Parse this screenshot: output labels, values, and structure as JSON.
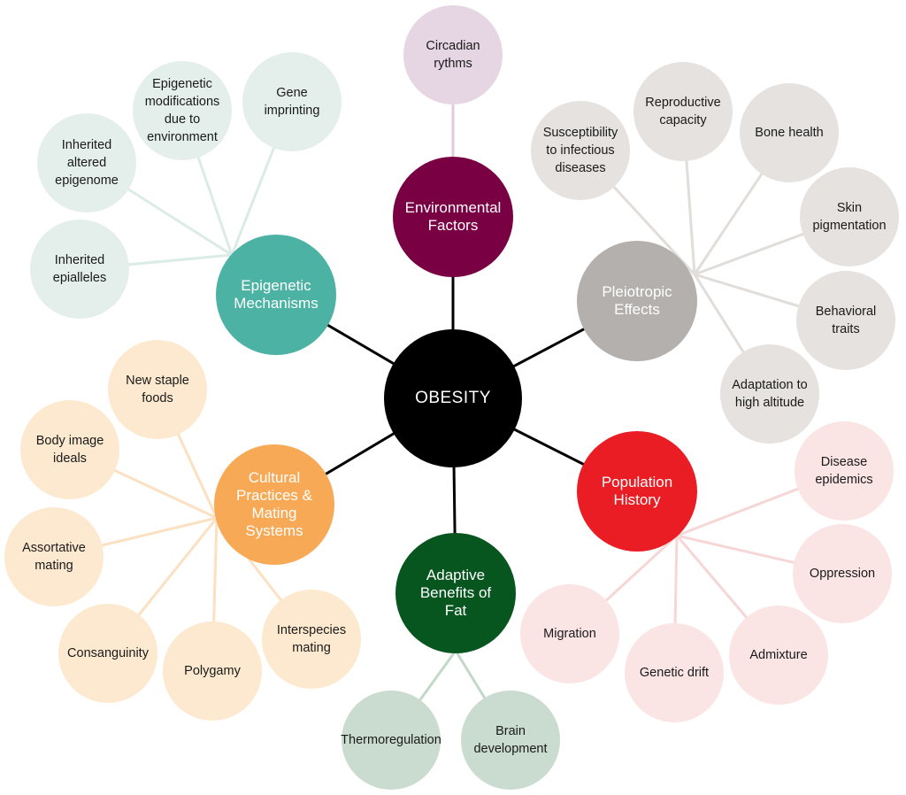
{
  "center": {
    "label": "OBESITY",
    "color": "#000000"
  },
  "hubs": [
    {
      "id": "env",
      "label": "Environmental\nFactors",
      "color": "#7a0044",
      "leaf_color": "#e6d5e2",
      "line_color": "#e6c8dc",
      "leaves": [
        {
          "label": "Circadian\nrythms"
        }
      ]
    },
    {
      "id": "pleio",
      "label": "Pleiotropic\nEffects",
      "color": "#b3b0ad",
      "leaf_color": "#e5e2df",
      "line_color": "#e0ddda",
      "leaves": [
        {
          "label": "Susceptibility\nto infectious\ndiseases"
        },
        {
          "label": "Reproductive\ncapacity"
        },
        {
          "label": "Bone health"
        },
        {
          "label": "Skin\npigmentation"
        },
        {
          "label": "Behavioral\ntraits"
        },
        {
          "label": "Adaptation to\nhigh altitude"
        }
      ]
    },
    {
      "id": "pop",
      "label": "Population\nHistory",
      "color": "#ea1c24",
      "leaf_color": "#fbe4e4",
      "line_color": "#f7d6d6",
      "leaves": [
        {
          "label": "Disease\nepidemics"
        },
        {
          "label": "Oppression"
        },
        {
          "label": "Admixture"
        },
        {
          "label": "Genetic drift"
        },
        {
          "label": "Migration"
        }
      ]
    },
    {
      "id": "fat",
      "label": "Adaptive\nBenefits of\nFat",
      "color": "#08561f",
      "leaf_color": "#c9dccf",
      "line_color": "#c2d8c8",
      "leaves": [
        {
          "label": "Thermoregulation"
        },
        {
          "label": "Brain\ndevelopment"
        }
      ]
    },
    {
      "id": "cult",
      "label": "Cultural\nPractices &\nMating\nSystems",
      "color": "#f8a955",
      "leaf_color": "#fde9cf",
      "line_color": "#fbe0c2",
      "leaves": [
        {
          "label": "New staple\nfoods"
        },
        {
          "label": "Body image\nideals"
        },
        {
          "label": "Assortative\nmating"
        },
        {
          "label": "Consanguinity"
        },
        {
          "label": "Polygamy"
        },
        {
          "label": "Interspecies\nmating"
        }
      ]
    },
    {
      "id": "epi",
      "label": "Epigenetic\nMechanisms",
      "color": "#4bb2a4",
      "leaf_color": "#e4efeb",
      "line_color": "#dbebe6",
      "leaves": [
        {
          "label": "Gene imprinting"
        },
        {
          "label": "Epigenetic\nmodifications\ndue to\nenvironment"
        },
        {
          "label": "Inherited\naltered\nepigenome"
        },
        {
          "label": "Inherited\nepialleles"
        }
      ]
    }
  ]
}
